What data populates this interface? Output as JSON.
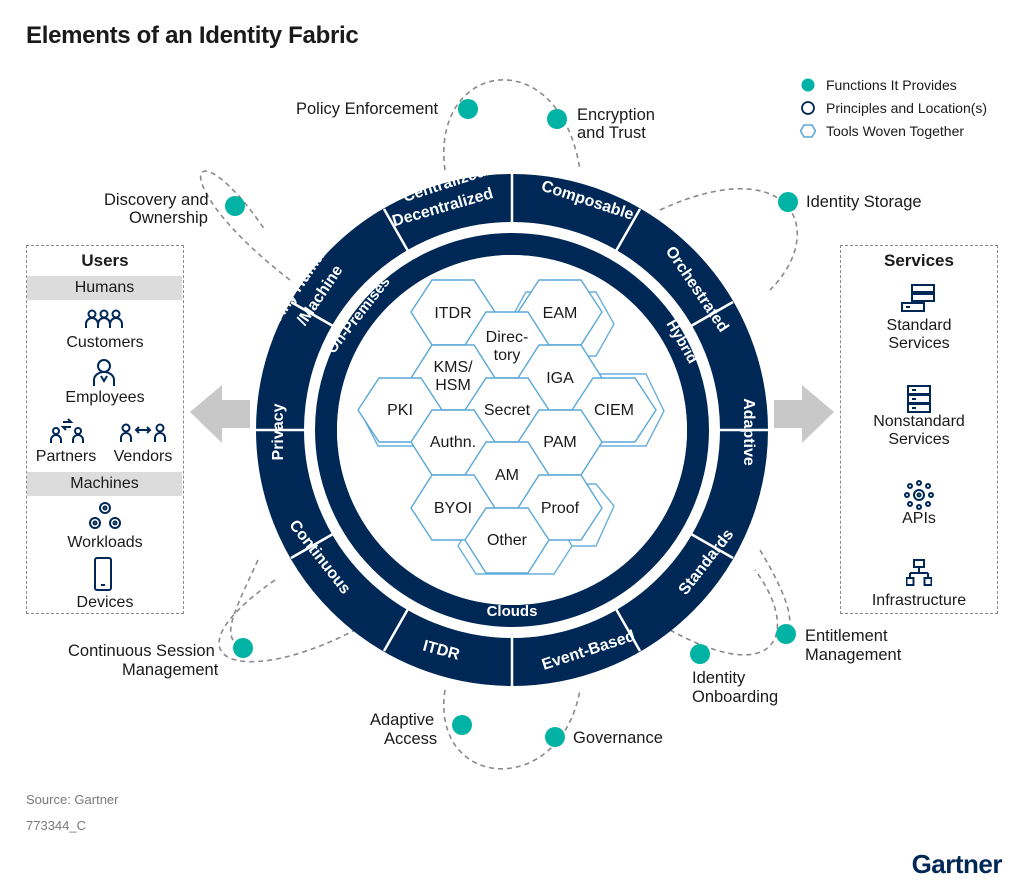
{
  "title": "Elements of an Identity Fabric",
  "source": "Source: Gartner",
  "figure_id": "773344_C",
  "brand": "Gartner",
  "colors": {
    "navy": "#002856",
    "teal": "#00b3a4",
    "gray_arrow": "#c8c8c8",
    "hex_outline": "#5aa8d8"
  },
  "legend": {
    "functions": "Functions It Provides",
    "principles": "Principles and Location(s)",
    "tools": "Tools Woven Together"
  },
  "users": {
    "title": "Users",
    "humans_header": "Humans",
    "customers": "Customers",
    "employees": "Employees",
    "partners": "Partners",
    "vendors": "Vendors",
    "machines_header": "Machines",
    "workloads": "Workloads",
    "devices": "Devices"
  },
  "services": {
    "title": "Services",
    "standard": "Standard\nServices",
    "nonstandard": "Nonstandard\nServices",
    "apis": "APIs",
    "infrastructure": "Infrastructure"
  },
  "outer_ring": [
    "Centralized/",
    "Decentralized",
    "Composable",
    "Orchestrated",
    "Adaptive",
    "Standards",
    "Event-Based",
    "ITDR",
    "Continuous",
    "Privacy",
    "Any Human",
    "/Machine"
  ],
  "inner_ring": {
    "top_left": "On-Premises",
    "top_right": "Hybrid",
    "bottom": "Clouds"
  },
  "hex_tools": [
    "ITDR",
    "EAM",
    "Direc-",
    "tory",
    "KMS/",
    "HSM",
    "IGA",
    "PKI",
    "Secret",
    "CIEM",
    "Authn.",
    "PAM",
    "AM",
    "BYOI",
    "Proof",
    "Other"
  ],
  "functions": {
    "policy": "Policy Enforcement",
    "encryption_1": "Encryption",
    "encryption_2": "and Trust",
    "discovery_1": "Discovery and",
    "discovery_2": "Ownership",
    "storage": "Identity Storage",
    "entitlement_1": "Entitlement",
    "entitlement_2": "Management",
    "onboarding_1": "Identity",
    "onboarding_2": "Onboarding",
    "governance": "Governance",
    "adaptive_1": "Adaptive",
    "adaptive_2": "Access",
    "session_1": "Continuous Session",
    "session_2": "Management"
  }
}
